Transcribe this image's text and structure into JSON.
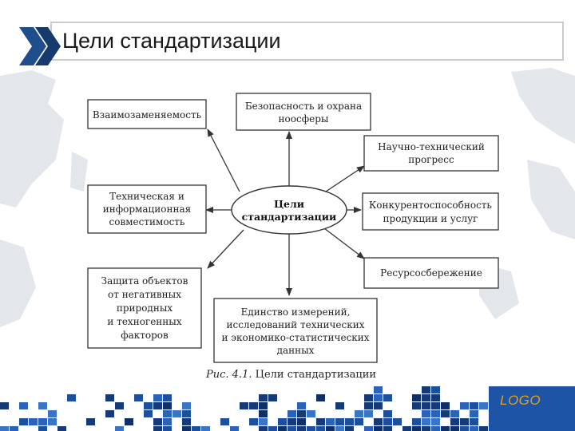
{
  "slide": {
    "title": "Цели стандартизации",
    "logo": "LOGO"
  },
  "diagram": {
    "center": {
      "line1": "Цели",
      "line2": "стандартизации"
    },
    "nodes": [
      {
        "id": "interchangeability",
        "lines": [
          "Взаимозаменяемость"
        ]
      },
      {
        "id": "safety",
        "lines": [
          "Безопасность и охрана",
          "ноосферы"
        ]
      },
      {
        "id": "progress",
        "lines": [
          "Научно-технический",
          "прогресс"
        ]
      },
      {
        "id": "compatibility",
        "lines": [
          "Техническая и",
          "информационная",
          "совместимость"
        ]
      },
      {
        "id": "competitiveness",
        "lines": [
          "Конкурентоспособность",
          "продукции и услуг"
        ]
      },
      {
        "id": "resource-saving",
        "lines": [
          "Ресурсосбережение"
        ]
      },
      {
        "id": "protection",
        "lines": [
          "Защита объектов",
          "от негативных",
          "природных",
          "и техногенных",
          "факторов"
        ]
      },
      {
        "id": "measurement-unity",
        "lines": [
          "Единство измерений,",
          "исследований технических",
          "и экономико-статистических",
          "данных"
        ]
      }
    ],
    "caption_prefix": "Рис. 4.1.",
    "caption_text": "Цели стандартизации"
  },
  "colors": {
    "footer_blue": "#1c4f9c",
    "footer_dark": "#163a78",
    "logo": "#e0a020",
    "title_border": "#c8cbd0",
    "map": "#dfe3e8"
  }
}
